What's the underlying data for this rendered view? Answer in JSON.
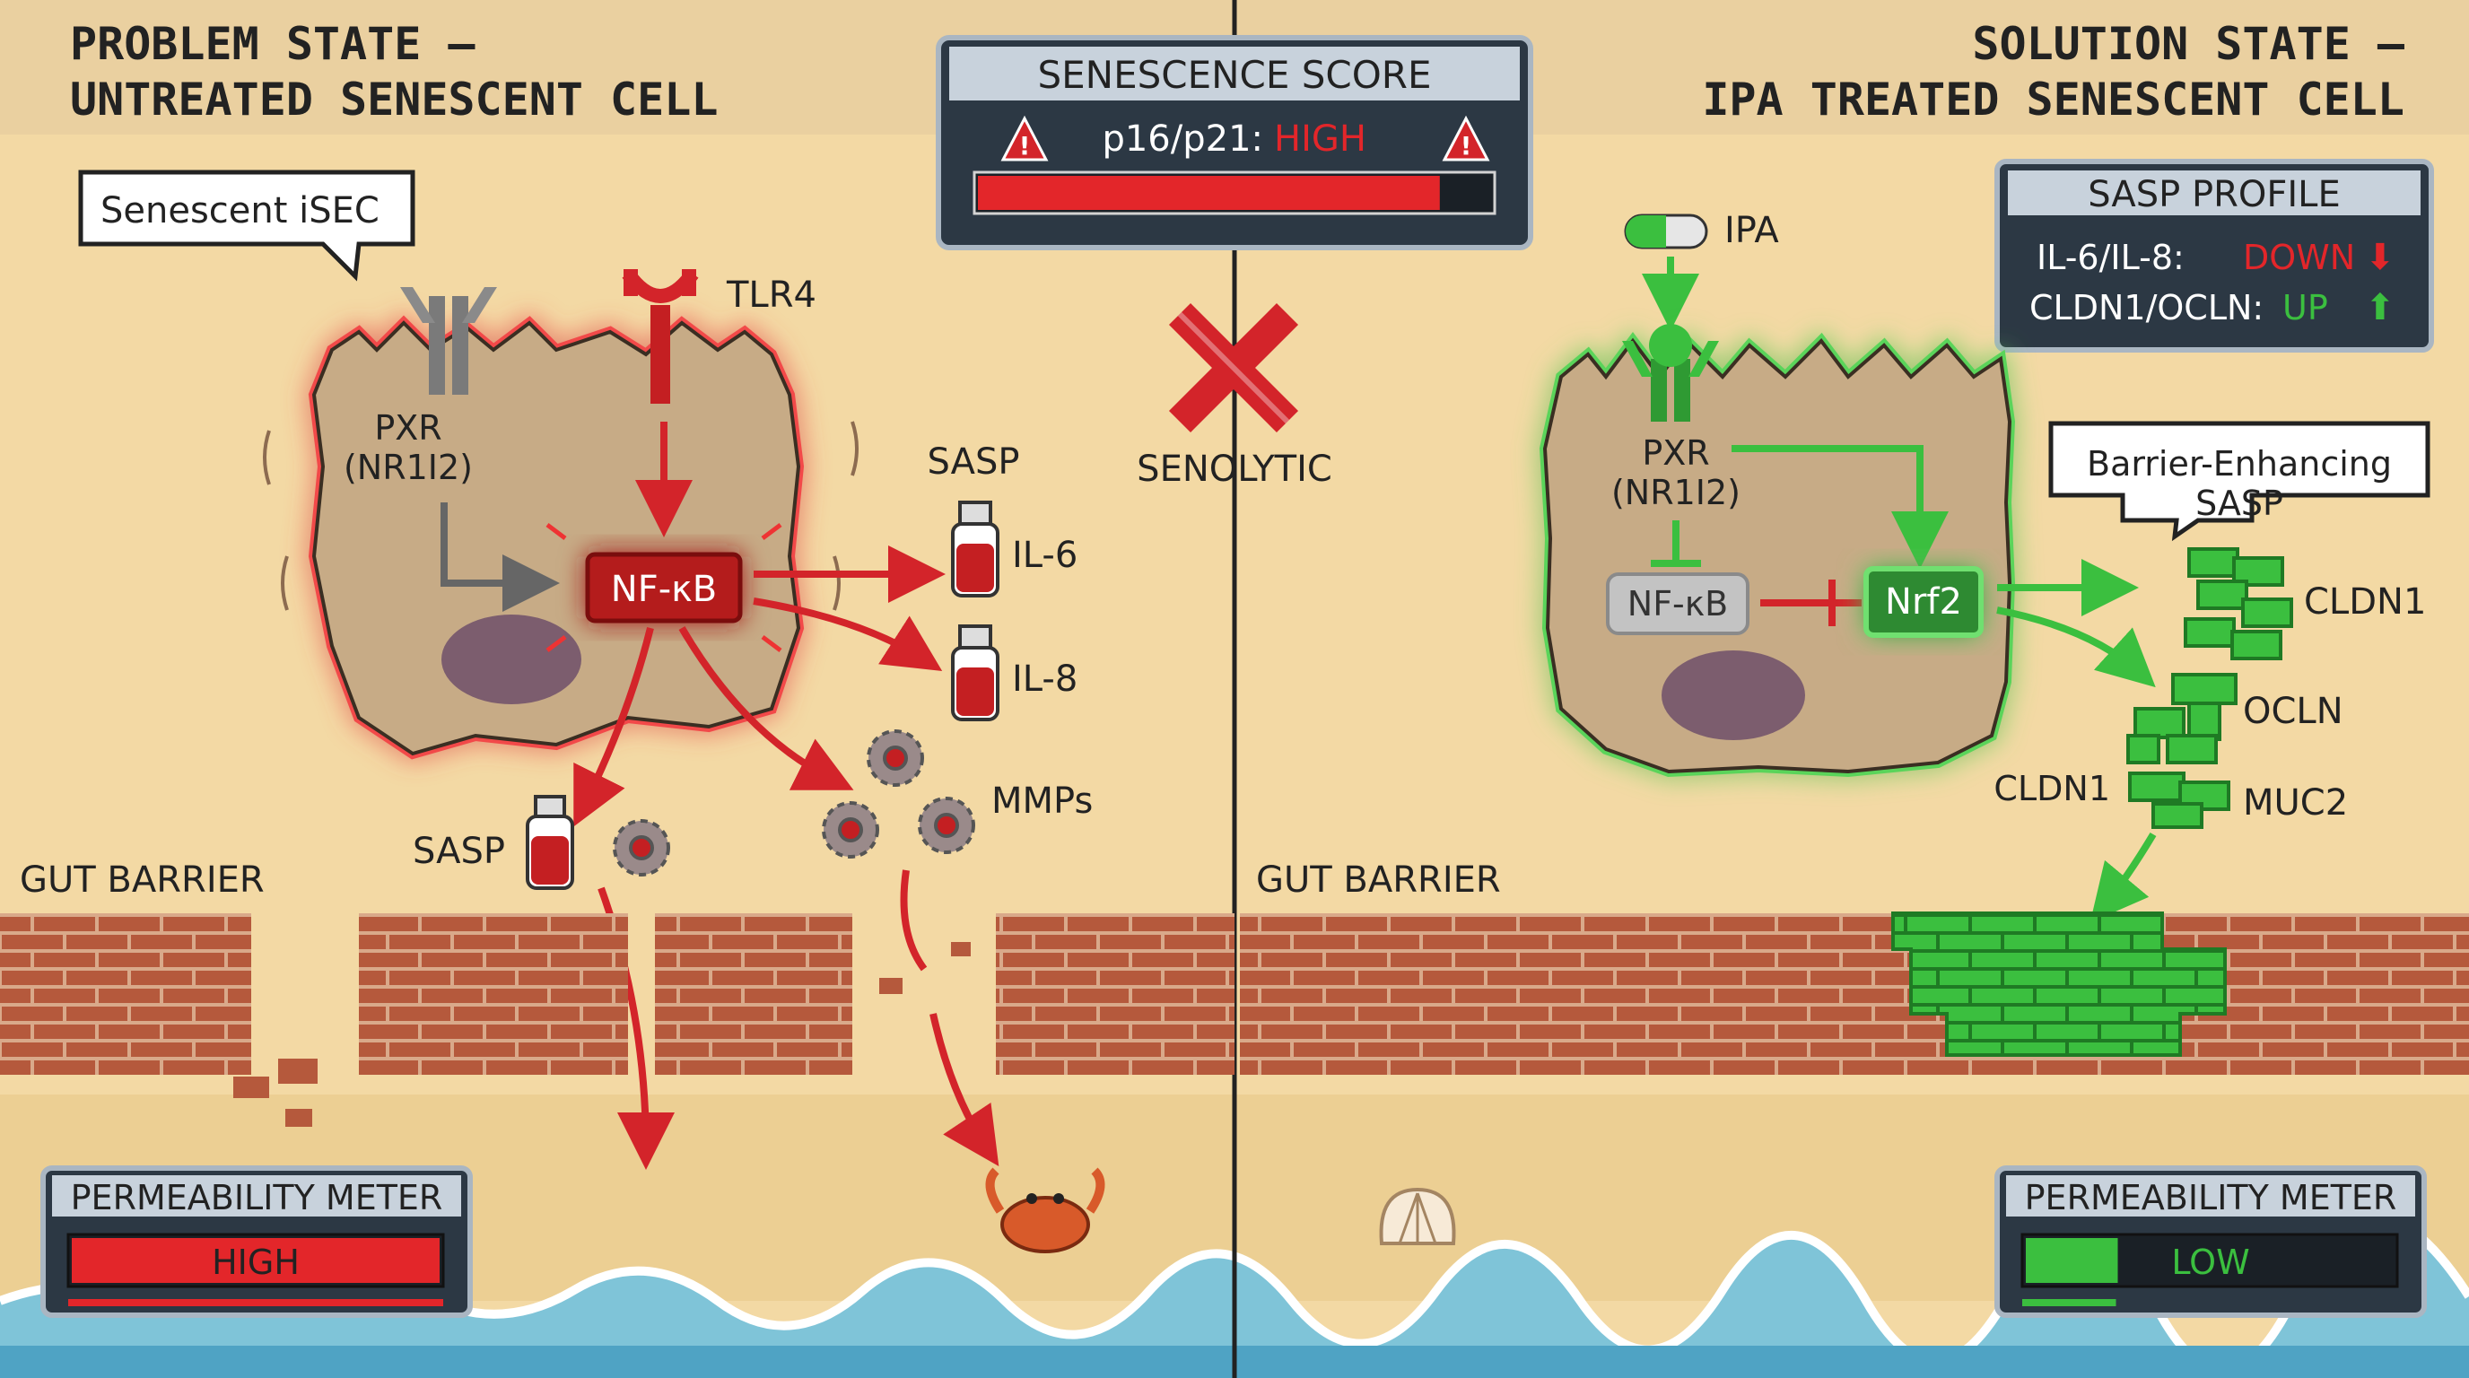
{
  "colors": {
    "sand": "#f3d9a4",
    "header_band": "#ead0a0",
    "brick": "#b5593c",
    "mortar": "#d9a98a",
    "red": "#d3242a",
    "green": "#3bbf3f",
    "panel": "#2c3844",
    "water": "#7fc4d8"
  },
  "left": {
    "title_line1": "PROBLEM STATE –",
    "title_line2": "UNTREATED SENESCENT CELL",
    "speech_label": "Senescent iSEC",
    "receptor_label": "TLR4",
    "pxr_line1": "PXR",
    "pxr_line2": "(NR1I2)",
    "nfkb_label": "NF-κB",
    "sasp_top_label": "SASP",
    "il6_label": "IL-6",
    "il8_label": "IL-8",
    "mmps_label": "MMPs",
    "sasp_bottom_label": "SASP",
    "barrier_label": "GUT BARRIER",
    "meter_title": "PERMEABILITY METER",
    "meter_value": "HIGH",
    "meter_level": 1.0
  },
  "center": {
    "score_title": "SENESCENCE SCORE",
    "score_prefix": "p16/p21:",
    "score_value": "HIGH",
    "score_level": 0.9,
    "senolytic_label": "SENOLYTIC"
  },
  "right": {
    "title_line1": "SOLUTION STATE –",
    "title_line2": "IPA TREATED SENESCENT CELL",
    "sasp_profile_title": "SASP PROFILE",
    "profile_row1_label": "IL-6/IL-8:",
    "profile_row1_value": "DOWN",
    "profile_row2_label": "CLDN1/OCLN:",
    "profile_row2_value": "UP",
    "ipa_label": "IPA",
    "pxr_line1": "PXR",
    "pxr_line2": "(NR1I2)",
    "nfkb_label": "NF-κB",
    "nrf2_label": "Nrf2",
    "speech_line1": "Barrier-Enhancing",
    "speech_line2": "SASP",
    "cldn1_label": "CLDN1",
    "ocln_label": "OCLN",
    "cldn1_small_label": "CLDN1",
    "muc2_label": "MUC2",
    "barrier_label": "GUT BARRIER",
    "meter_title": "PERMEABILITY METER",
    "meter_value": "LOW",
    "meter_level": 0.25
  }
}
